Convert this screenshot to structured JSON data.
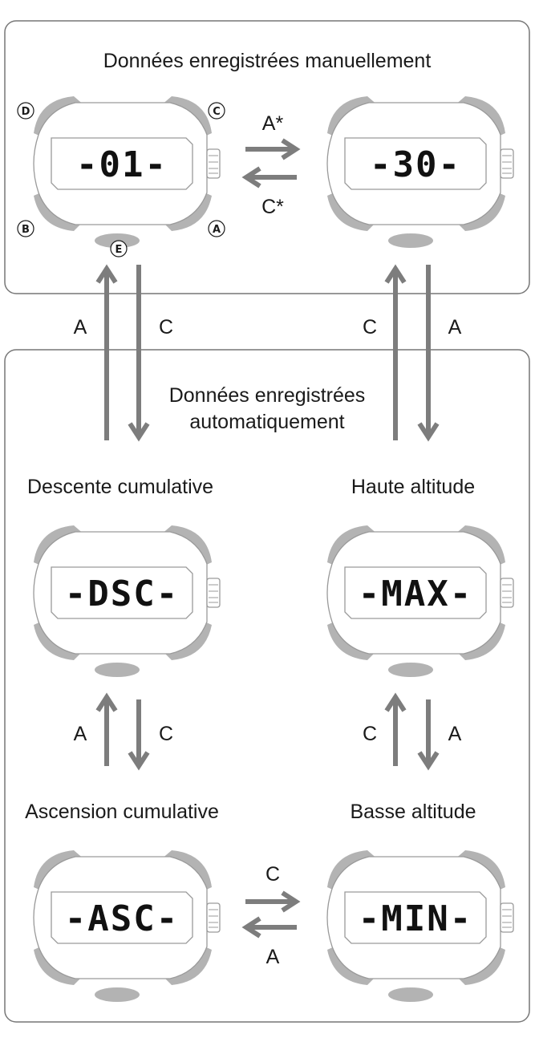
{
  "sections": {
    "manual_title": "Données enregistrées manuellement",
    "auto_title_line1": "Données enregistrées",
    "auto_title_line2": "automatiquement"
  },
  "displays": {
    "manual_first": "-01-",
    "manual_last": "-30-",
    "descent": "-DSC-",
    "high": "-MAX-",
    "ascent": "-ASC-",
    "low": "-MIN-"
  },
  "labels": {
    "descent": "Descente cumulative",
    "high": "Haute altitude",
    "ascent": "Ascension cumulative",
    "low": "Basse altitude"
  },
  "buttons": {
    "a": "A",
    "b": "B",
    "c": "C",
    "d": "D",
    "e": "E"
  },
  "transitions": {
    "manual_forward": "A*",
    "manual_back": "C*",
    "left_up": "A",
    "left_down": "C",
    "right_up": "C",
    "right_down": "A",
    "left_mid_up": "A",
    "left_mid_down": "C",
    "right_mid_up": "C",
    "right_mid_down": "A",
    "bottom_forward": "C",
    "bottom_back": "A"
  },
  "colors": {
    "watch_gray": "#b3b3b3",
    "arrow_gray": "#7d7d7d",
    "frame": "#777777"
  }
}
